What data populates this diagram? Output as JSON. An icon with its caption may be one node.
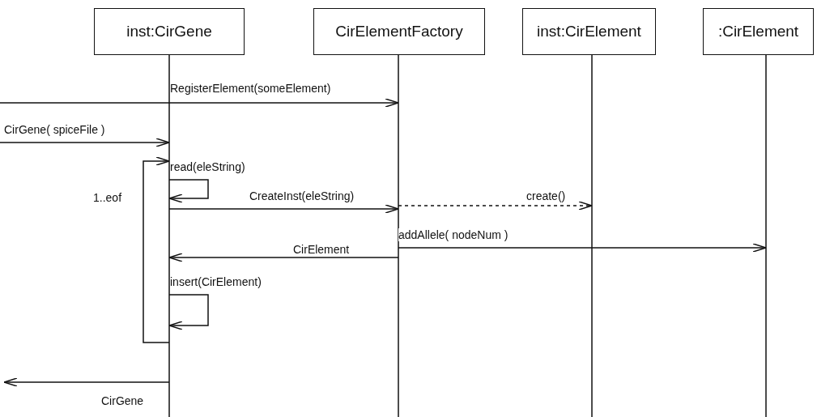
{
  "diagram": {
    "nodes": [
      {
        "text": [
          "inst:CirGene"
        ]
      },
      {
        "text": [
          "CirElementFactory"
        ]
      },
      {
        "text": [
          "inst:CirElement"
        ]
      },
      {
        "text": [
          ":CirElement"
        ]
      }
    ],
    "edges": [
      {
        "from": null,
        "to": 1,
        "arrow": "to",
        "label": "RegisterElement(someElement)"
      },
      {
        "from": null,
        "to": 0,
        "arrow": "to",
        "label": "CirGene( spiceFile )"
      },
      {
        "from": 0,
        "to": 0,
        "arrow": "to",
        "label": "1..eof"
      },
      {
        "from": 0,
        "to": 0,
        "arrow": "to",
        "label": "read(eleString)"
      },
      {
        "from": 0,
        "to": 1,
        "arrow": "to",
        "label": "CreateInst(eleString)"
      },
      {
        "from": 1,
        "to": 2,
        "arrow": "to",
        "label": "create()",
        "style": "dashed"
      },
      {
        "from": 1,
        "to": 3,
        "arrow": "to",
        "label": "addAllele( nodeNum )"
      },
      {
        "from": 1,
        "to": 0,
        "arrow": "to",
        "label": "CirElement"
      },
      {
        "from": 0,
        "to": 0,
        "arrow": "to",
        "label": "insert(CirElement)"
      },
      {
        "from": 0,
        "to": null,
        "arrow": "to",
        "label": "CirGene"
      }
    ]
  }
}
